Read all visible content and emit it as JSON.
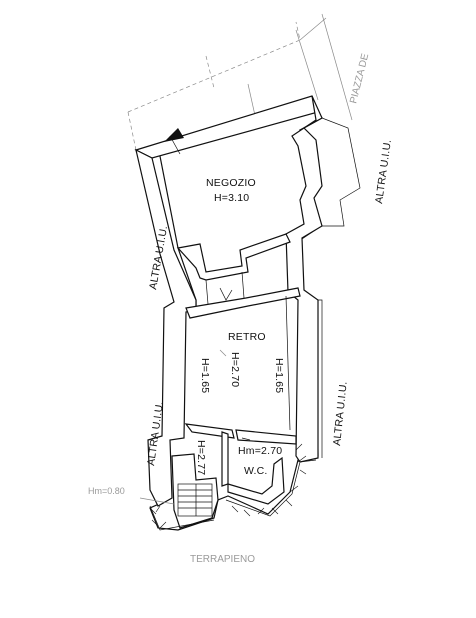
{
  "rooms": {
    "negozio": {
      "name": "NEGOZIO",
      "height": "H=3.10"
    },
    "retro": {
      "name": "RETRO",
      "height_center": "H=2.70",
      "height_left": "H=1.65",
      "height_right": "H=1.65"
    },
    "corridor": {
      "height": "H=2.77"
    },
    "wc": {
      "name": "W.C.",
      "height": "Hm=2.70"
    }
  },
  "labels": {
    "altra_uiu_left_top": "ALTRA U.I.U.",
    "altra_uiu_left_bottom": "ALTRA U.I.U.",
    "altra_uiu_right_top": "ALTRA U.I.U.",
    "altra_uiu_right_bottom": "ALTRA U.I.U.",
    "piazza": "PIAZZA DE",
    "terrapieno": "TERRAPIENO",
    "stair_height": "Hm=0.80"
  }
}
